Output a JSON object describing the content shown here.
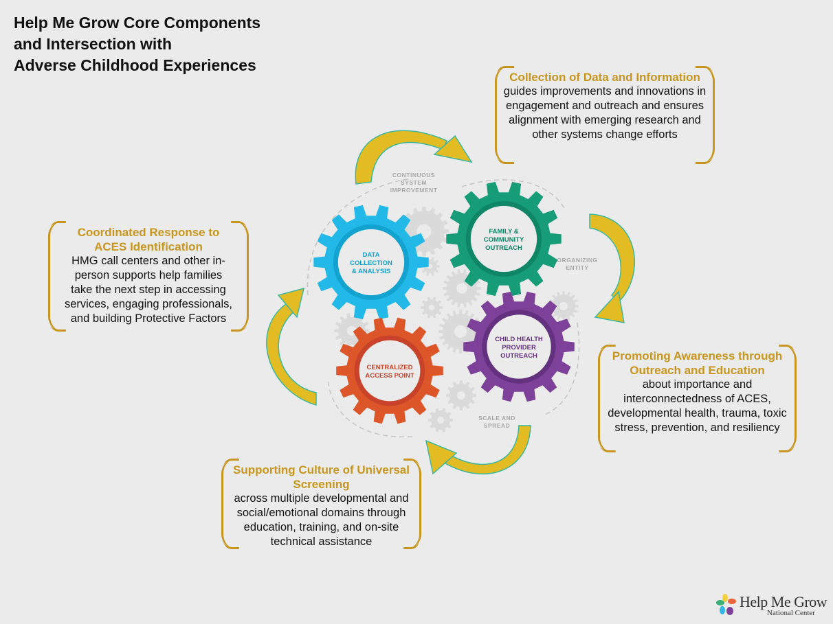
{
  "title": [
    "Help Me Grow Core Components",
    "and Intersection with",
    "Adverse Childhood Experiences"
  ],
  "boxes": {
    "data": {
      "heading": "Collection of Data and Information",
      "body": "guides improvements and innovations in engagement and outreach and ensures alignment with emerging research and other systems change efforts"
    },
    "coordinated": {
      "heading": "Coordinated Response to ACES Identification",
      "body": "HMG call centers and other in-person supports help families take the next step in accessing services, engaging professionals, and building Protective Factors"
    },
    "promoting": {
      "heading": "Promoting Awareness through Outreach and Education",
      "body": "about importance and interconnectedness of ACES, developmental health, trauma, toxic stress, prevention, and resiliency"
    },
    "supporting": {
      "heading": "Supporting Culture of Universal Screening",
      "body": "across multiple developmental and social/emotional domains through education, training, and on-site technical assistance"
    }
  },
  "gears": [
    {
      "label": [
        "DATA",
        "COLLECTION",
        "& ANALYSIS"
      ],
      "color": "#22b8e8",
      "ring": "#12a3d0"
    },
    {
      "label": [
        "FAMILY &",
        "COMMUNITY",
        "OUTREACH"
      ],
      "color": "#179c78",
      "ring": "#0f8766"
    },
    {
      "label": [
        "CHILD HEALTH",
        "PROVIDER",
        "OUTREACH"
      ],
      "color": "#7d4199",
      "ring": "#643180"
    },
    {
      "label": [
        "CENTRALIZED",
        "ACCESS POINT"
      ],
      "color": "#dc5629",
      "ring": "#c9432a"
    }
  ],
  "cycle_labels": {
    "continuous": [
      "CONTINUOUS",
      "SYSTEM",
      "IMPROVEMENT"
    ],
    "organizing": [
      "ORGANIZING",
      "ENTITY"
    ],
    "scale": [
      "SCALE AND",
      "SPREAD"
    ]
  },
  "colors": {
    "accent": "#c8961e",
    "arrow": "#e3bb22",
    "arrow_outline": "#3bb8a0"
  },
  "logo": {
    "name": "Help Me Grow",
    "subtitle": "National Center"
  }
}
